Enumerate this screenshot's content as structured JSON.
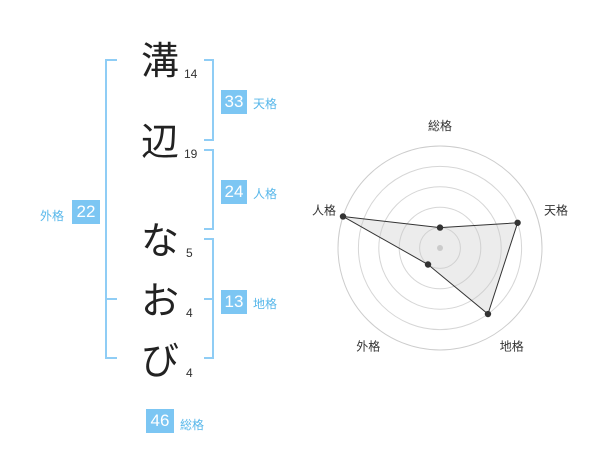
{
  "name": {
    "chars": [
      {
        "char": "溝",
        "strokes": "14"
      },
      {
        "char": "辺",
        "strokes": "19"
      },
      {
        "char": "な",
        "strokes": "5"
      },
      {
        "char": "お",
        "strokes": "4"
      },
      {
        "char": "び",
        "strokes": "4"
      }
    ]
  },
  "fortunes": {
    "tenkaku": {
      "value": "33",
      "label": "天格"
    },
    "jinkaku": {
      "value": "24",
      "label": "人格"
    },
    "chikaku": {
      "value": "13",
      "label": "地格"
    },
    "gaikaku": {
      "value": "22",
      "label": "外格"
    },
    "soukaku": {
      "value": "46",
      "label": "総格"
    }
  },
  "colors": {
    "accent": "#7cc6f3",
    "accent_text": "#57b7ea",
    "bracket": "#8fcdf5"
  },
  "chart_data": {
    "type": "radar",
    "axes": [
      "総格",
      "天格",
      "地格",
      "外格",
      "人格"
    ],
    "values": [
      1,
      4,
      4,
      1,
      5
    ],
    "range": [
      0,
      5
    ],
    "rings": 5
  }
}
